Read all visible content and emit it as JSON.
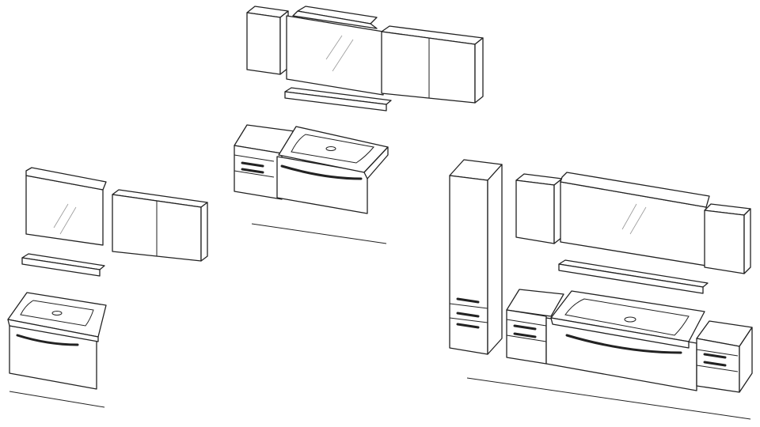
{
  "drawing": {
    "line_color": "#222222",
    "background": "#ffffff",
    "groups": [
      "wide-vanity-set",
      "compact-vanity-set",
      "large-vanity-set-with-tall-cabinet"
    ]
  }
}
